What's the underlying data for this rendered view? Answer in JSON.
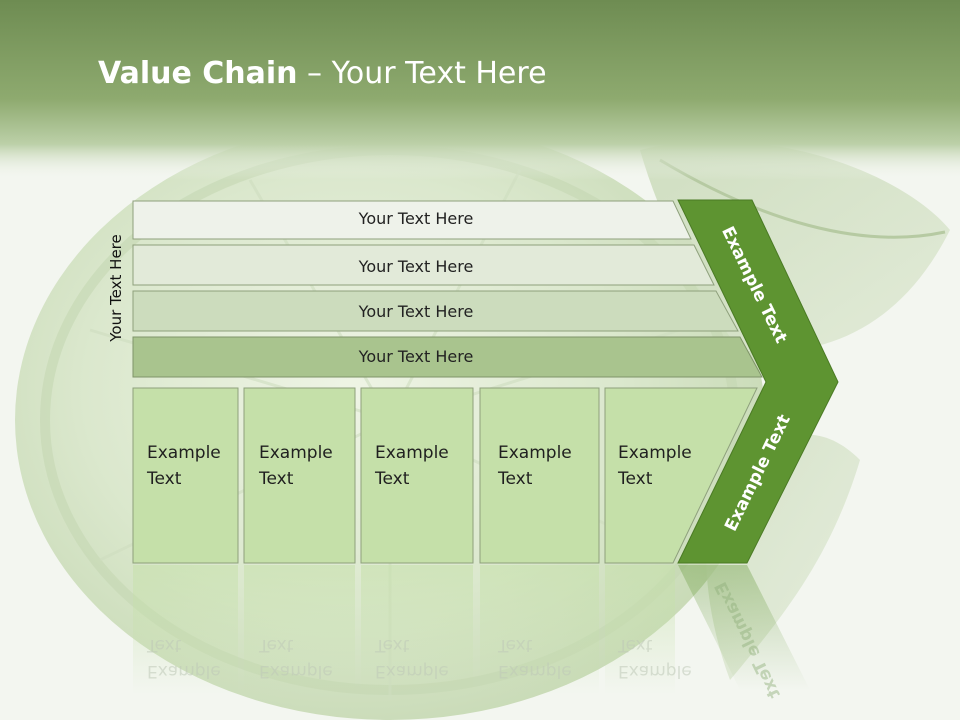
{
  "title": {
    "bold": "Value Chain",
    "rest": " – Your Text Here"
  },
  "vertical_label": "Your Text Here",
  "rows": [
    "Your Text Here",
    "Your Text Here",
    "Your Text Here",
    "Your Text Here"
  ],
  "boxes": [
    {
      "line1": "Example",
      "line2": "Text"
    },
    {
      "line1": "Example",
      "line2": "Text"
    },
    {
      "line1": "Example",
      "line2": "Text"
    },
    {
      "line1": "Example",
      "line2": "Text"
    },
    {
      "line1": "Example",
      "line2": "Text"
    }
  ],
  "chevron": {
    "upper": "Example Text",
    "lower": "Example Text"
  },
  "colors": {
    "header": "#8eaa6f",
    "row1": "#eef2ea",
    "row2": "#e2ead9",
    "row3": "#ccdcbd",
    "row4": "#a9c48e",
    "box": "#c5e0a9",
    "chevron": "#5e9431"
  }
}
